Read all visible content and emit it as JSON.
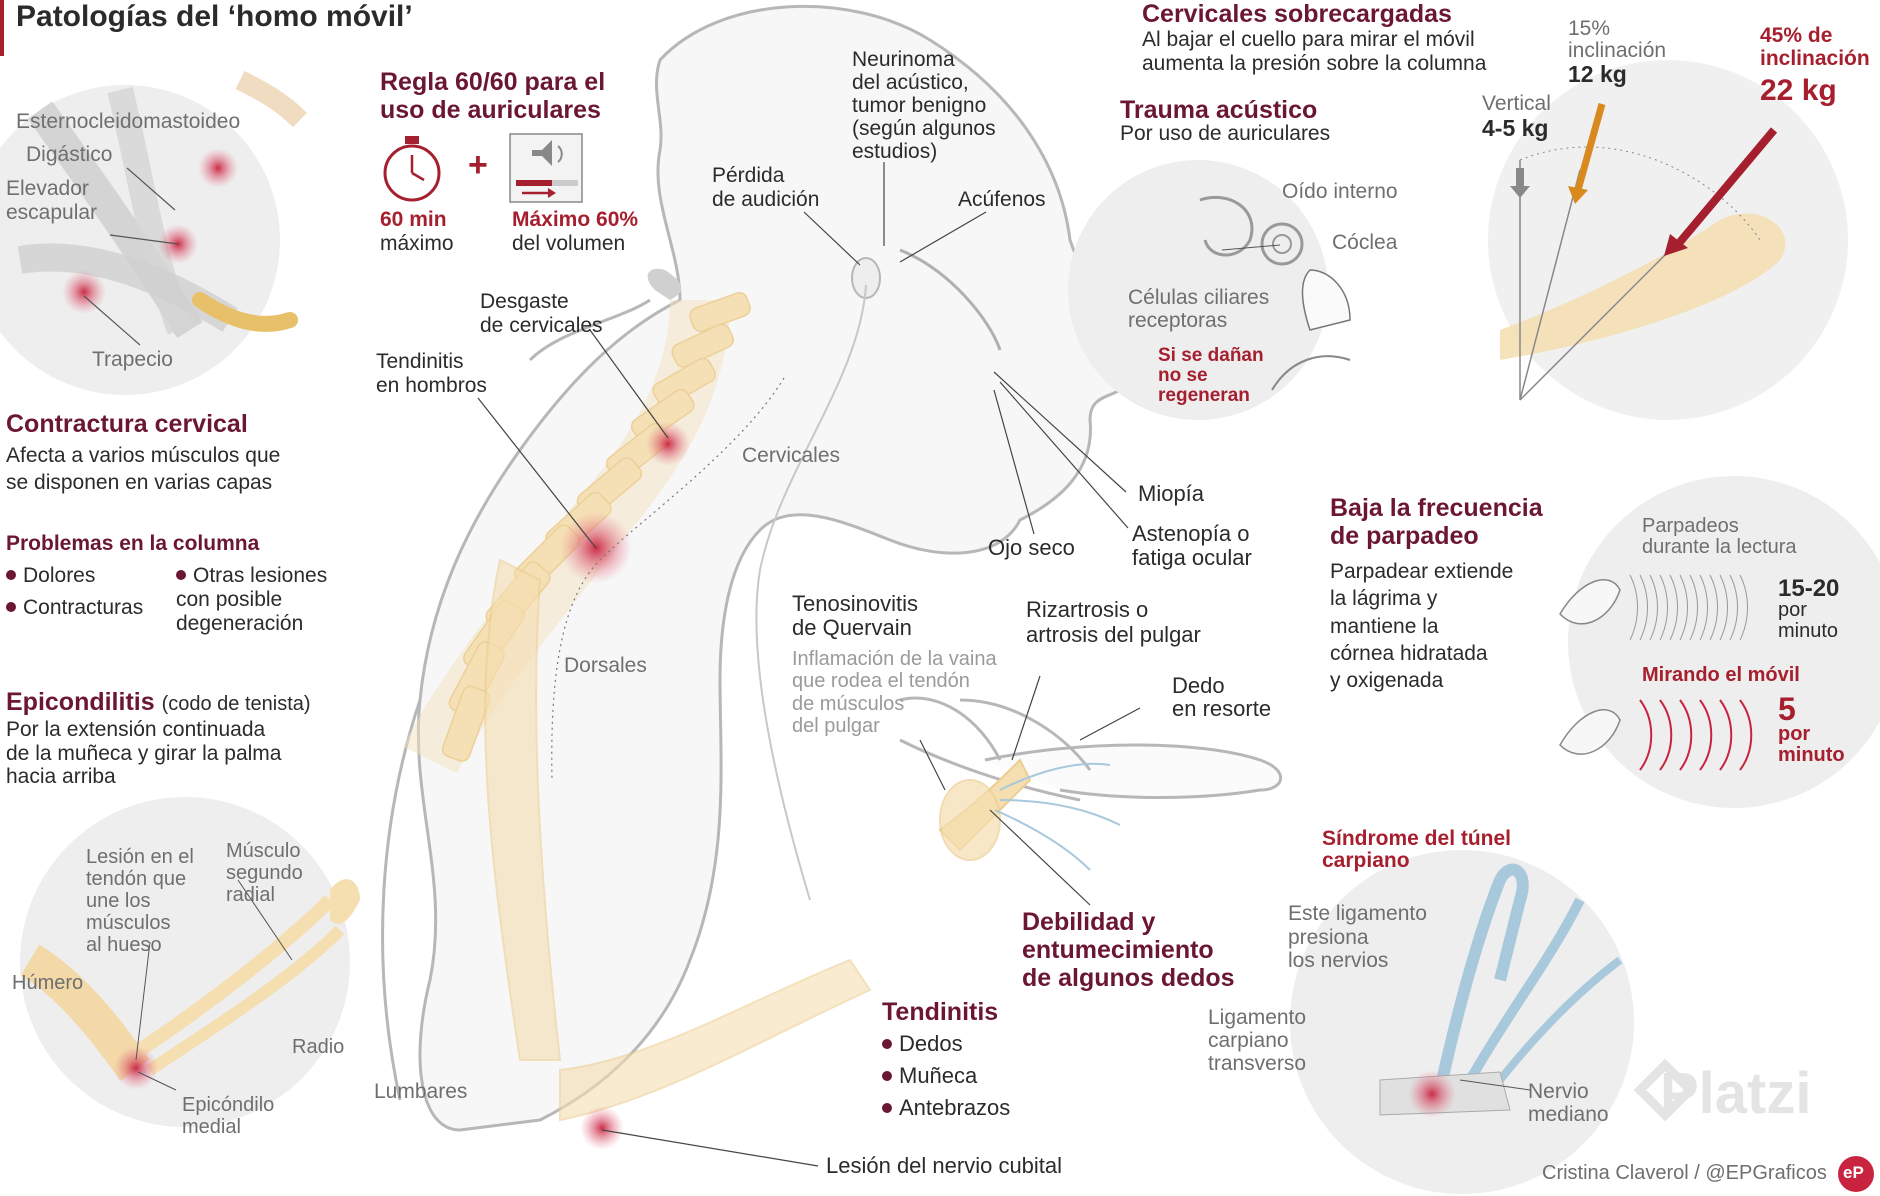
{
  "title": "Patologías del ‘homo móvil’",
  "neck_muscles": {
    "esterno": "Esternocleidomastoideo",
    "digastrico": "Digástico",
    "elevador": "Elevador\nescapular",
    "trapecio": "Trapecio"
  },
  "contractura": {
    "title": "Contractura cervical",
    "text": "Afecta a varios músculos que\nse disponen en varias capas"
  },
  "columna": {
    "title": "Problemas en la columna",
    "bullets": [
      "Dolores",
      "Contracturas",
      "Otras lesiones\ncon posible\ndegeneración"
    ]
  },
  "epicondilitis": {
    "title": "Epicondilitis",
    "subtitle": "(codo de tenista)",
    "text": "Por la extensión continuada\nde la muñeca y girar la palma\nhacia arriba",
    "labels": {
      "lesion": "Lesión en el\ntendón que\nune los\nmúsculos\nal hueso",
      "musculo": "Músculo\nsegundo\nradial",
      "humero": "Húmero",
      "radio": "Radio",
      "epicondilo": "Epicóndilo\nmedial"
    }
  },
  "regla": {
    "title": "Regla 60/60 para el\nuso de auriculares",
    "time_bold": "60 min",
    "time_text": "máximo",
    "plus": "+",
    "vol_bold": "Máximo 60%",
    "vol_text": "del volumen"
  },
  "body_labels": {
    "neurinoma": "Neurinoma\ndel acústico,\ntumor benigno\n(según algunos\nestudios)",
    "perdida": "Pérdida\nde audición",
    "acufenos": "Acúfenos",
    "desgaste": "Desgaste\nde cervicales",
    "tendinitis_hombros": "Tendinitis\nen hombros",
    "cervicales": "Cervicales",
    "dorsales": "Dorsales",
    "lumbares": "Lumbares",
    "miopia": "Miopía",
    "astenopia": "Astenopía o\nfatiga ocular",
    "ojo_seco": "Ojo seco",
    "tenosinovitis_title": "Tenosinovitis\nde Quervain",
    "tenosinovitis_text": "Inflamación de la vaina\nque rodea el tendón\nde músculos\ndel pulgar",
    "rizartrosis": "Rizartrosis o\nartrosis del pulgar",
    "dedo_resorte": "Dedo\nen resorte",
    "debilidad": "Debilidad y\nentumecimiento\nde algunos dedos",
    "lesion_cubital": "Lesión del nervio cubital"
  },
  "tendinitis": {
    "title": "Tendinitis",
    "bullets": [
      "Dedos",
      "Muñeca",
      "Antebrazos"
    ]
  },
  "cervicales_sobre": {
    "title": "Cervicales sobrecargadas",
    "text": "Al bajar el cuello para mirar el móvil\naumenta la presión sobre la columna",
    "vertical_label": "Vertical",
    "vertical_kg": "4-5 kg",
    "inc15_label": "15%\ninclinación",
    "inc15_kg": "12 kg",
    "inc45_label": "45% de\ninclinación",
    "inc45_kg": "22 kg"
  },
  "trauma": {
    "title": "Trauma acústico",
    "text": "Por uso de auriculares",
    "oido": "Oído interno",
    "coclea": "Cóclea",
    "celulas": "Células ciliares\nreceptoras",
    "danan": "Si se dañan\nno se\nregeneran"
  },
  "parpadeo": {
    "title": "Baja la frecuencia\nde parpadeo",
    "text": "Parpadear extiende\nla lágrima y\nmantiene la\ncórnea hidratada\ny oxigenada",
    "lectura": "Parpadeos\ndurante la lectura",
    "lectura_value": "15-20",
    "lectura_unit": "por\nminuto",
    "movil": "Mirando el móvil",
    "movil_value": "5",
    "movil_unit": "por\nminuto"
  },
  "tunel": {
    "title": "Síndrome del túnel\ncarpiano",
    "ligamento": "Este ligamento\npresiona\nlos nervios",
    "carpiano": "Ligamento\ncarpiano\ntransverso",
    "nervio": "Nervio\nmediano"
  },
  "credit": "Cristina Claverol / @EPGraficos",
  "watermark": "Platzi",
  "logo": "eP",
  "colors": {
    "heading": "#6b1734",
    "accent_red": "#a61f2e",
    "orange": "#d98a1f",
    "bone": "#f5deb0",
    "spot": "#d63f5c"
  }
}
